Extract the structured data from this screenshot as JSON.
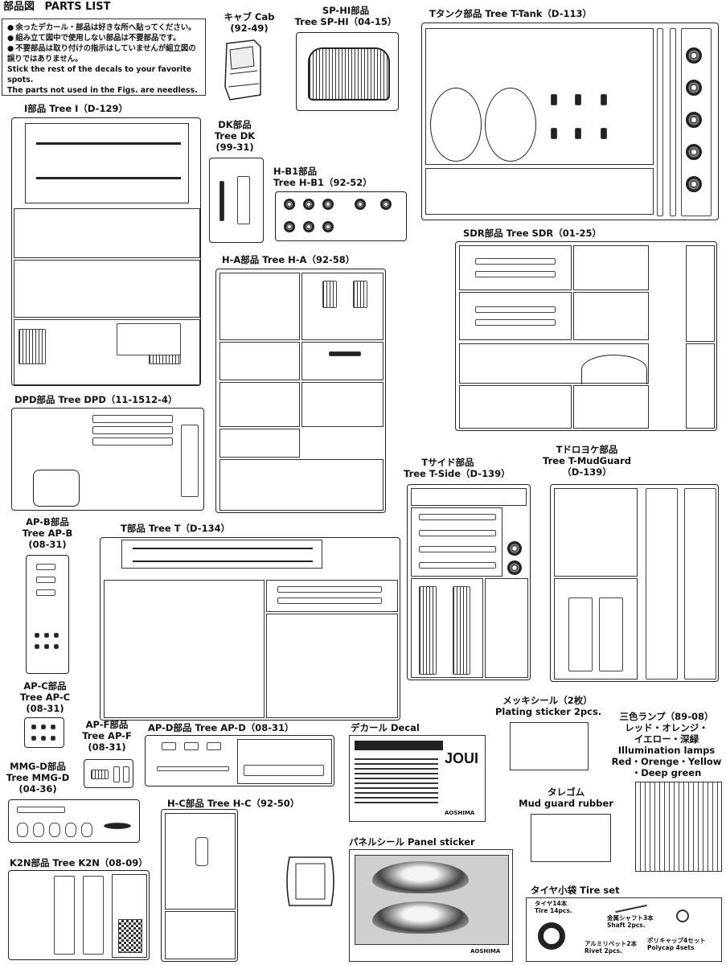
{
  "header": {
    "jp": "部品図",
    "en": "PARTS LIST"
  },
  "notes": [
    "余ったデカール・部品は好きな所へ貼ってください。",
    "組み立て図中で使用しない部品は不要部品です。",
    "不要部品は取り付けの指示はしていませんが組立図の誤りではありません。",
    "Stick the rest of the decals to your favorite spots.",
    "The parts not used in the Figs. are needless."
  ],
  "trees": {
    "cab": {
      "line1": "キャブ Cab",
      "line2": "(92-49)"
    },
    "sphi": {
      "line1": "SP-HI部品",
      "line2": "Tree SP-HI（04-15）"
    },
    "ttank": {
      "line1": "Tタンク部品 Tree T-Tank（D-113）"
    },
    "treei": {
      "line1": "I部品 Tree I（D-129）"
    },
    "dk": {
      "line1": "DK部品",
      "line2": "Tree DK",
      "line3": "(99-31)"
    },
    "hb1": {
      "line1": "H-B1部品",
      "line2": "Tree H-B1（92-52）"
    },
    "sdr": {
      "line1": "SDR部品 Tree SDR（01-25）"
    },
    "ha": {
      "line1": "H-A部品 Tree H-A（92-58）"
    },
    "dpd": {
      "line1": "DPD部品 Tree DPD（11-1512-4）"
    },
    "tside": {
      "line1": "Tサイド部品",
      "line2": "Tree T-Side（D-139）"
    },
    "tmud": {
      "line1": "Tドロヨケ部品",
      "line2": "Tree T-MudGuard",
      "line3": "（D-139）"
    },
    "apb": {
      "line1": "AP-B部品",
      "line2": "Tree AP-B",
      "line3": "(08-31)"
    },
    "treet": {
      "line1": "T部品 Tree T（D-134）"
    },
    "apc": {
      "line1": "AP-C部品",
      "line2": "Tree AP-C",
      "line3": "(08-31)"
    },
    "apf": {
      "line1": "AP-F部品",
      "line2": "Tree AP-F",
      "line3": "(08-31)"
    },
    "apd": {
      "line1": "AP-D部品 Tree AP-D（08-31）"
    },
    "decal": {
      "line1": "デカール Decal"
    },
    "plating": {
      "line1": "メッキシール（2枚）",
      "line2": "Plating sticker 2pcs."
    },
    "lamps": {
      "line1": "三色ランプ（89-08）",
      "line2": "レッド・オレンジ・",
      "line3": "イエロー・深緑",
      "line4": "Illumination lamps",
      "line5": "Red・Orenge・Yellow",
      "line6": "・Deep green"
    },
    "mmgd": {
      "line1": "MMG-D部品",
      "line2": "Tree MMG-D",
      "line3": "(04-36)"
    },
    "hc": {
      "line1": "H-C部品 Tree H-C（92-50）"
    },
    "mudrubber": {
      "line1": "タレゴム",
      "line2": "Mud guard rubber"
    },
    "k2n": {
      "line1": "K2N部品 Tree K2N（08-09）"
    },
    "panel": {
      "line1": "パネルシール Panel sticker"
    },
    "tireset": {
      "line1": "タイヤ小袋 Tire set"
    }
  },
  "tireset_items": {
    "tire_jp": "タイヤ14本",
    "tire_en": "Tire 14pcs.",
    "shaft_jp": "金属シャフト3本",
    "shaft_en": "Shaft 2pcs.",
    "rivet_jp": "アルミリベット2本",
    "rivet_en": "Rivet 2pcs.",
    "polycap_jp": "ポリキャップ4セット",
    "polycap_en": "Polycap 4sets"
  },
  "decal_text": {
    "logo": "JOUI",
    "brand": "AOSHIMA"
  },
  "panel_text": {
    "brand": "AOSHIMA"
  }
}
